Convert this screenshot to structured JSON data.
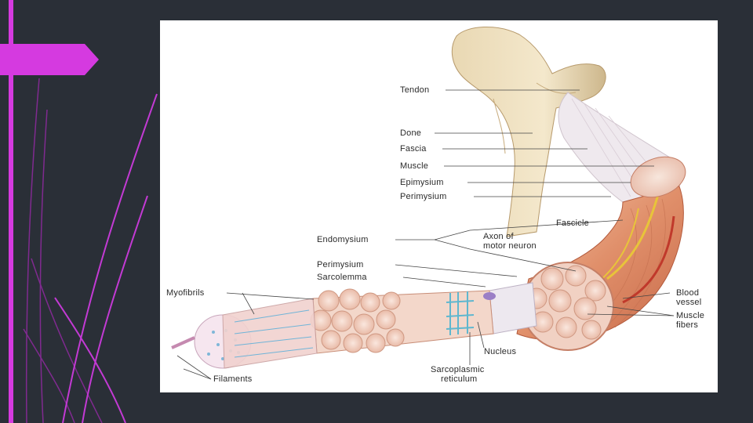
{
  "theme": {
    "accent": "#d53ae0",
    "background": "#2a2f37",
    "figure_bg": "#ffffff"
  },
  "labels": {
    "tendon": "Tendon",
    "bone": "Done",
    "fascia": "Fascia",
    "muscle": "Muscle",
    "epimysium": "Epimysium",
    "perimysium_top": "Perimysium",
    "fascicle": "Fascicle",
    "endomysium": "Endomysium",
    "axon_line1": "Axon of",
    "axon_line2": "motor neuron",
    "perimysium_mid": "Perimysium",
    "sarcolemma": "Sarcolemma",
    "myofibrils": "Myofibrils",
    "blood_line1": "Blood",
    "blood_line2": "vessel",
    "fibers_line1": "Muscle",
    "fibers_line2": "fibers",
    "nucleus": "Nucleus",
    "sr_line1": "Sarcoplasmic",
    "sr_line2": "reticulum",
    "filaments": "Filaments"
  }
}
